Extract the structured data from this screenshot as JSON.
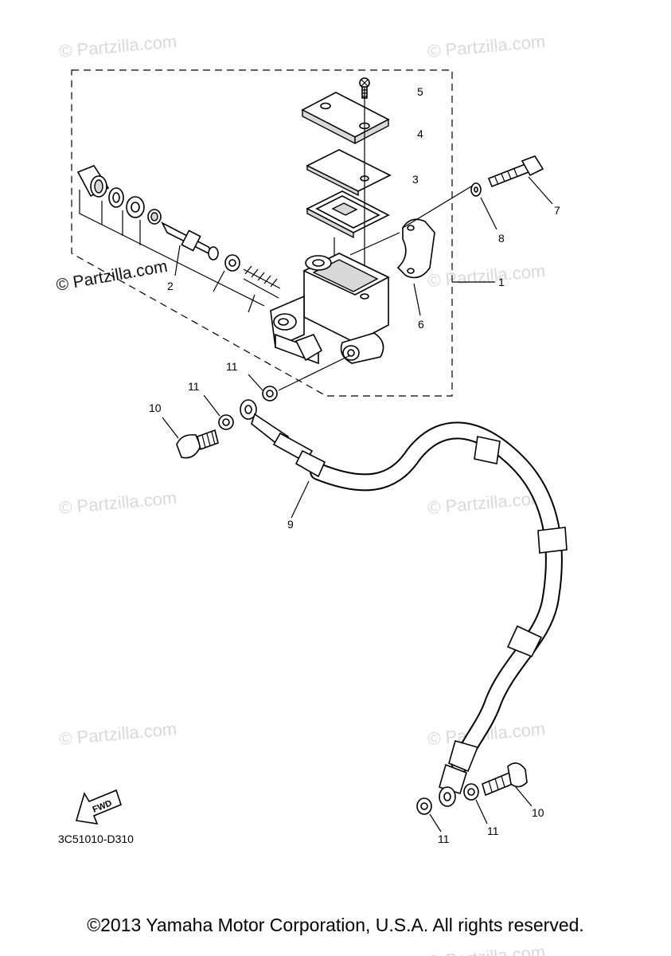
{
  "watermarks": [
    "© Partzilla.com",
    "© Partzilla.com",
    "© Partzilla.com",
    "© Partzilla.com",
    "© Partzilla.com",
    "© Partzilla.com",
    "© Partzilla.com",
    "© Partzilla.com"
  ],
  "watermark_dark": "© Partzilla.com",
  "callouts": {
    "c1": "1",
    "c2": "2",
    "c3": "3",
    "c4": "4",
    "c5": "5",
    "c6": "6",
    "c7": "7",
    "c8": "8",
    "c9": "9",
    "c10a": "10",
    "c10b": "10",
    "c11a": "11",
    "c11b": "11",
    "c11c": "11",
    "c11d": "11"
  },
  "direction_label": "FWD",
  "diagram_code": "3C51010-D310",
  "copyright": "©2013 Yamaha Motor Corporation, U.S.A. All rights reserved."
}
